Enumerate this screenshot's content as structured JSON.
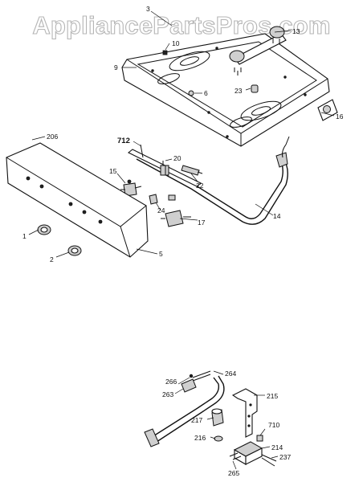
{
  "watermark": {
    "text": "AppliancePartsPros.com"
  },
  "callouts_top": {
    "c3": "3",
    "c10": "10",
    "c13": "13",
    "c9": "9",
    "c6": "6",
    "c23": "23",
    "c16": "16",
    "c206": "206",
    "c712": "712",
    "c20": "20",
    "c15": "15",
    "c22": "22",
    "c24": "24",
    "c17": "17",
    "c14": "14",
    "c1": "1",
    "c2": "2",
    "c5": "5"
  },
  "callouts_bottom": {
    "c266": "266",
    "c264": "264",
    "c263": "263",
    "c215": "215",
    "c217": "217",
    "c710": "710",
    "c216": "216",
    "c214": "214",
    "c237": "237",
    "c265": "265"
  }
}
